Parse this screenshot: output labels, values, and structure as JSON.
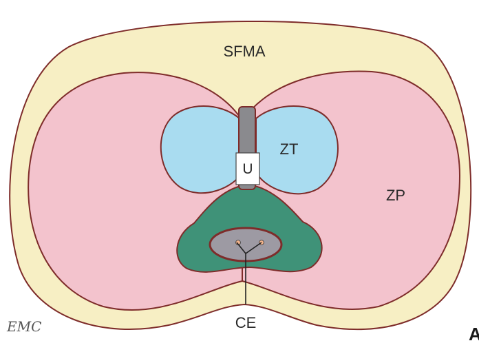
{
  "diagram": {
    "labels": {
      "sfma": "SFMA",
      "zt": "ZT",
      "u": "U",
      "zp": "ZP",
      "ce": "CE",
      "panel": "A",
      "logo": "EMC"
    },
    "colors": {
      "capsule": "#f7efc4",
      "peripheral_zone": "#f3c3cd",
      "transition_zone": "#a9dcf0",
      "central_zone": "#3f9278",
      "urethra_wall": "#8a8a8e",
      "ejaculatory_zone": "#9d9aa3",
      "outline": "#7e2c2a"
    }
  }
}
